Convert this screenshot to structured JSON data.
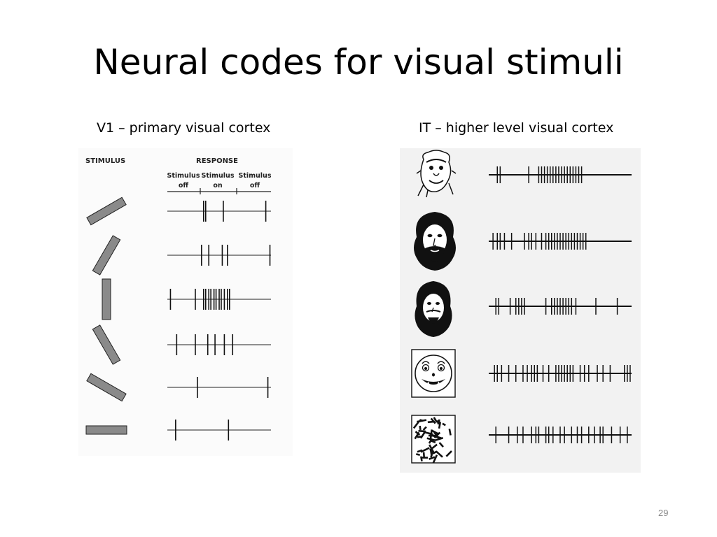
{
  "slide": {
    "title": "Neural codes for visual stimuli",
    "page_number": "29"
  },
  "v1": {
    "subtitle": "V1 – primary visual cortex",
    "stimulus_header": "STIMULUS",
    "response_header": "RESPONSE",
    "phases": [
      {
        "line1": "Stimulus",
        "line2": "off"
      },
      {
        "line1": "Stimulus",
        "line2": "on"
      },
      {
        "line1": "Stimulus",
        "line2": "off"
      }
    ],
    "rows": [
      {
        "orientation_deg": 30,
        "spike_times": [
          0.35,
          0.37,
          0.54,
          0.95
        ]
      },
      {
        "orientation_deg": 60,
        "spike_times": [
          0.33,
          0.4,
          0.53,
          0.58,
          0.99
        ]
      },
      {
        "orientation_deg": 90,
        "spike_times": [
          0.03,
          0.27,
          0.35,
          0.37,
          0.4,
          0.42,
          0.45,
          0.47,
          0.5,
          0.52,
          0.55,
          0.58,
          0.6
        ]
      },
      {
        "orientation_deg": 120,
        "spike_times": [
          0.09,
          0.27,
          0.39,
          0.46,
          0.55,
          0.63
        ]
      },
      {
        "orientation_deg": 150,
        "spike_times": [
          0.29,
          0.97
        ]
      },
      {
        "orientation_deg": 0,
        "spike_times": [
          0.08,
          0.59
        ]
      }
    ]
  },
  "it": {
    "subtitle": "IT – higher level visual cortex",
    "rows": [
      {
        "stimulus": "monkey-face",
        "spike_times": [
          0.06,
          0.08,
          0.28,
          0.35,
          0.37,
          0.39,
          0.41,
          0.43,
          0.45,
          0.47,
          0.49,
          0.51,
          0.53,
          0.55,
          0.57,
          0.59,
          0.61,
          0.63,
          0.65
        ]
      },
      {
        "stimulus": "human-face",
        "spike_times": [
          0.03,
          0.06,
          0.08,
          0.11,
          0.16,
          0.25,
          0.28,
          0.3,
          0.33,
          0.37,
          0.4,
          0.42,
          0.44,
          0.46,
          0.48,
          0.5,
          0.52,
          0.54,
          0.56,
          0.58,
          0.6,
          0.62,
          0.64,
          0.66,
          0.68
        ]
      },
      {
        "stimulus": "scrambled-face",
        "spike_times": [
          0.05,
          0.07,
          0.15,
          0.19,
          0.21,
          0.23,
          0.25,
          0.4,
          0.44,
          0.46,
          0.48,
          0.5,
          0.52,
          0.54,
          0.56,
          0.58,
          0.61,
          0.75,
          0.9
        ]
      },
      {
        "stimulus": "cartoon-face",
        "spike_times": [
          0.04,
          0.06,
          0.09,
          0.14,
          0.19,
          0.24,
          0.27,
          0.3,
          0.32,
          0.34,
          0.38,
          0.42,
          0.47,
          0.49,
          0.51,
          0.53,
          0.55,
          0.57,
          0.59,
          0.64,
          0.67,
          0.7,
          0.76,
          0.8,
          0.85,
          0.95,
          0.97,
          0.99
        ]
      },
      {
        "stimulus": "random-texture",
        "spike_times": [
          0.05,
          0.14,
          0.2,
          0.24,
          0.3,
          0.33,
          0.35,
          0.4,
          0.42,
          0.45,
          0.5,
          0.53,
          0.58,
          0.62,
          0.65,
          0.7,
          0.74,
          0.78,
          0.8,
          0.86,
          0.92,
          0.97
        ]
      }
    ]
  }
}
